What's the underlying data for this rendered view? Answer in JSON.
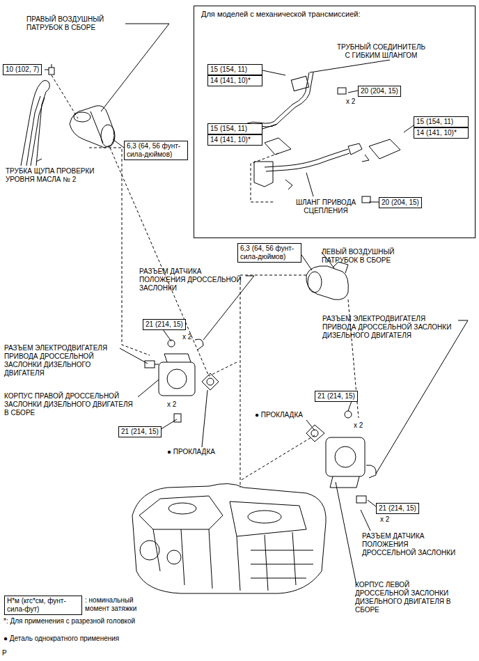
{
  "diagram": {
    "nodes": [
      {
        "text": [
          "Для моделей с механической трансмиссией:"
        ]
      },
      {
        "text": [
          "10 (102, 7)"
        ]
      },
      {
        "text": [
          "15 (154, 11)"
        ],
        "in": 0
      },
      {
        "text": [
          "14 (141, 10)*"
        ],
        "in": 0
      },
      {
        "text": [
          "20 (204, 15)"
        ],
        "in": 0
      },
      {
        "text": [
          "15 (154, 11)"
        ],
        "in": 0
      },
      {
        "text": [
          "14 (141, 10)*"
        ],
        "in": 0
      },
      {
        "text": [
          "15 (154, 11)"
        ],
        "in": 0
      },
      {
        "text": [
          "14 (141, 10)*"
        ],
        "in": 0
      },
      {
        "text": [
          "20 (204, 15)"
        ],
        "in": 0
      },
      {
        "text": [
          "6,3 (64, 56 фунт-сила-дюймов)"
        ]
      },
      {
        "text": [
          "6,3 (64, 56 фунт-сила-дюймов)"
        ]
      },
      {
        "text": [
          "21 (214, 15)"
        ]
      },
      {
        "text": [
          "21 (214, 15)"
        ]
      },
      {
        "text": [
          "21 (214, 15)"
        ]
      },
      {
        "text": [
          "21 (214, 15)"
        ]
      },
      {
        "text": [
          "Н*м (кгс*см, фунт-сила-фут)"
        ]
      }
    ],
    "labels": [
      "ПРАВЫЙ ВОЗДУШНЫЙ ПАТРУБОК В СБОРЕ",
      "ТРУБКА ЩУПА ПРОВЕРКИ УРОВНЯ МАСЛА № 2",
      "ТРУБНЫЙ СОЕДИНИТЕЛЬ С ГИБКИМ ШЛАНГОМ",
      "x 2",
      "ШЛАНГ ПРИВОДА СЦЕПЛЕНИЯ",
      "ЛЕВЫЙ ВОЗДУШНЫЙ ПАТРУБОК В СБОРЕ",
      "РАЗЪЕМ ДАТЧИКА ПОЛОЖЕНИЯ ДРОССЕЛЬНОЙ ЗАСЛОНКИ",
      "РАЗЪЕМ ЭЛЕКТРОДВИГАТЕЛЯ ПРИВОДА ДРОССЕЛЬНОЙ ЗАСЛОНКИ ДИЗЕЛЬНОГО ДВИГАТЕЛЯ",
      "x 2",
      "РАЗЪЕМ ЭЛЕКТРОДВИГАТЕЛЯ ПРИВОДА ДРОССЕЛЬНОЙ ЗАСЛОНКИ ДИЗЕЛЬНОГО ДВИГАТЕЛЯ",
      "КОРПУС ПРАВОЙ ДРОССЕЛЬНОЙ ЗАСЛОНКИ ДИЗЕЛЬНОГО ДВИГАТЕЛЯ В СБОРЕ",
      "x 2",
      "● ПРОКЛАДКА",
      "x 2",
      "● ПРОКЛАДКА",
      "x 2",
      "РАЗЪЕМ ДАТЧИКА ПОЛОЖЕНИЯ ДРОССЕЛЬНОЙ ЗАСЛОНКИ",
      "КОРПУС ЛЕВОЙ ДРОССЕЛЬНОЙ ЗАСЛОНКИ ДИЗЕЛЬНОГО ДВИГАТЕЛЯ В СБОРЕ",
      ": номинальный момент затяжки",
      "*: Для применения с разрезной головкой",
      "● Деталь однократного применения",
      "P"
    ]
  }
}
